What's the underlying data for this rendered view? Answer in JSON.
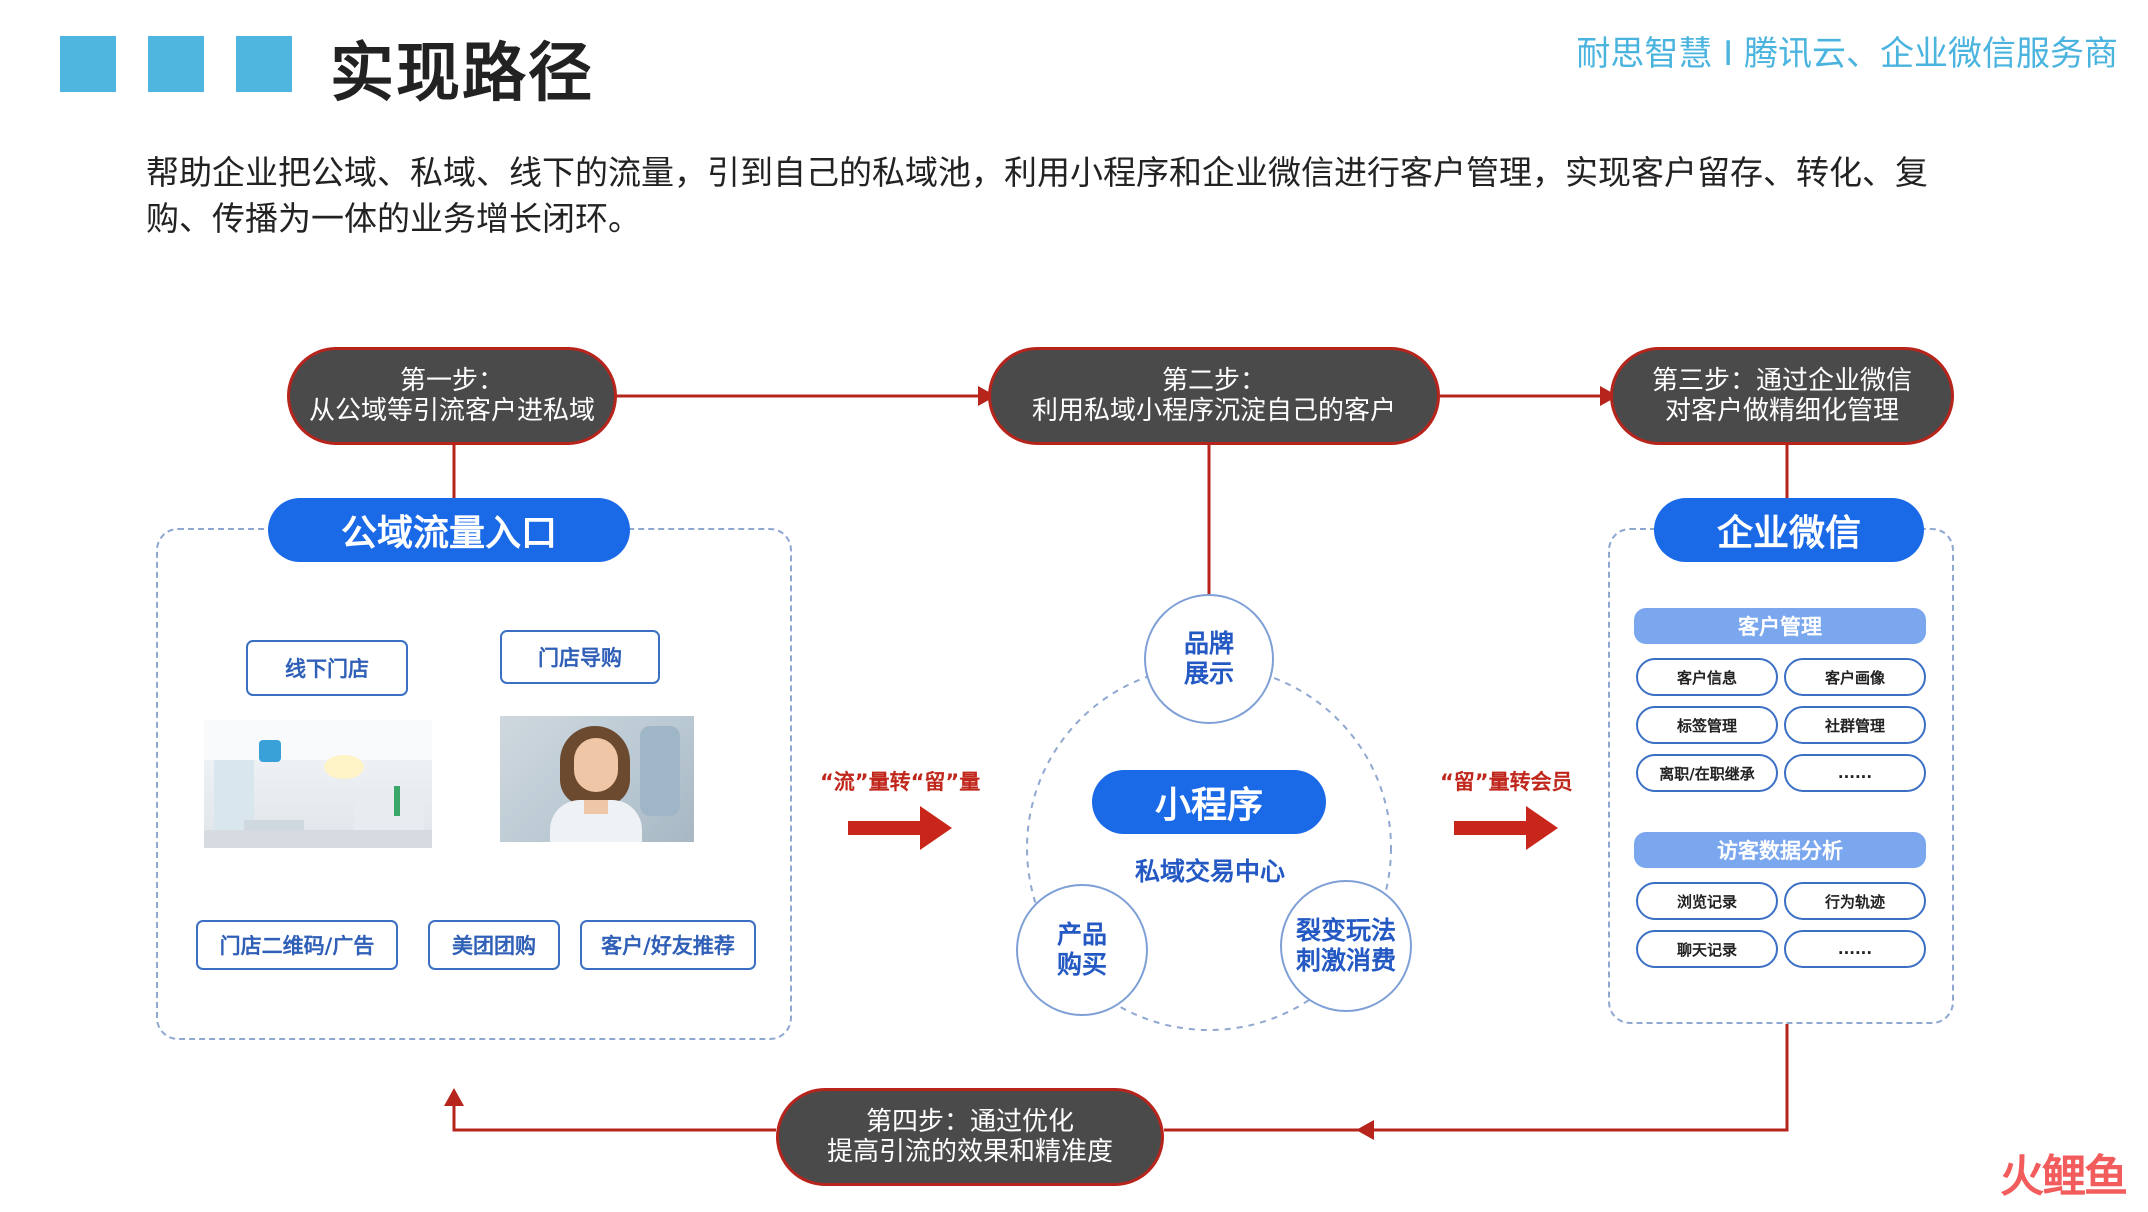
{
  "header": {
    "title": "实现路径",
    "brand": "耐思智慧 I 腾讯云、企业微信服务商",
    "accent_color": "#4fb6e0"
  },
  "description": "帮助企业把公域、私域、线下的流量，引到自己的私域池，利用小程序和企业微信进行客户管理，实现客户留存、转化、复购、传播为一体的业务增长闭环。",
  "steps": [
    {
      "line1": "第一步：",
      "line2": "从公域等引流客户进私域"
    },
    {
      "line1": "第二步：",
      "line2": "利用私域小程序沉淀自己的客户"
    },
    {
      "line1": "第三步：通过企业微信",
      "line2": "对客户做精细化管理"
    },
    {
      "line1": "第四步：通过优化",
      "line2": "提高引流的效果和精准度"
    }
  ],
  "public_domain": {
    "heading": "公域流量入口",
    "tags_top": [
      "线下门店",
      "门店导购"
    ],
    "tags_bottom": [
      "门店二维码/广告",
      "美团团购",
      "客户/好友推荐"
    ]
  },
  "arrows": {
    "left_label": "“流”量转“留”量",
    "right_label": "“留”量转会员"
  },
  "mini_program": {
    "center_title": "小程序",
    "subtitle": "私域交易中心",
    "circles": [
      {
        "line1": "品牌",
        "line2": "展示"
      },
      {
        "line1": "产品",
        "line2": "购买"
      },
      {
        "line1": "裂变玩法",
        "line2": "刺激消费"
      }
    ]
  },
  "wecom": {
    "heading": "企业微信",
    "customer_mgmt": {
      "header": "客户管理",
      "items": [
        "客户信息",
        "客户画像",
        "标签管理",
        "社群管理",
        "离职/在职继承",
        "......"
      ]
    },
    "visitor_analysis": {
      "header": "访客数据分析",
      "items": [
        "浏览记录",
        "行为轨迹",
        "聊天记录",
        "......"
      ]
    }
  },
  "watermark": "火鲤鱼",
  "colors": {
    "pill_dark": "#4a4a4a",
    "flow_red": "#b7241c",
    "primary_blue": "#1a6ae8"
  }
}
